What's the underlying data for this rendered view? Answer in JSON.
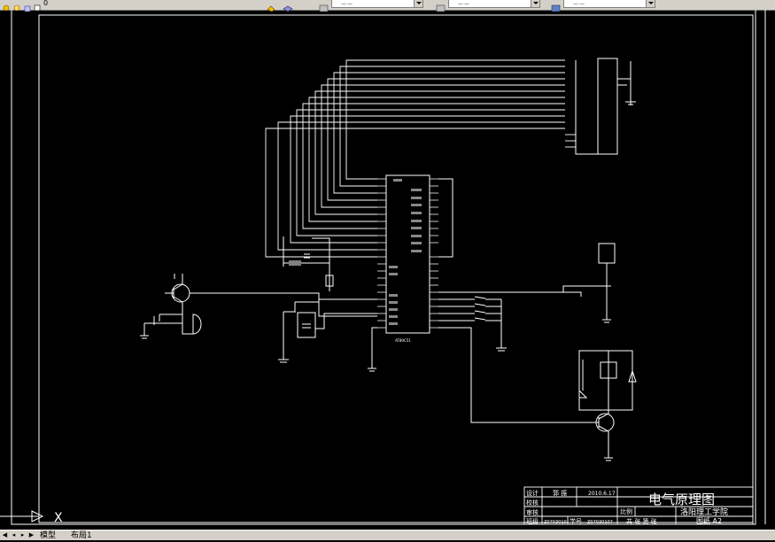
{
  "toolbar": {
    "layer_value": "0",
    "style_combo_1": "——",
    "style_combo_2": "——",
    "style_combo_3": "——"
  },
  "drawing": {
    "ucs_axis_label": "X",
    "title_block": {
      "title": "电气原理图",
      "rows": [
        "设计",
        "校核",
        "审核",
        "班级"
      ],
      "designer_name": "郭 振",
      "date": "2010.6.17",
      "scale_label": "比例",
      "school": "洛阳理工学院",
      "class_no": "Z0703010",
      "student_no_label": "学号",
      "student_no": "Z07030107",
      "sheet_info": "共  张  第  张",
      "drawing_size": "图纸  A2"
    },
    "chip_label": "AT89C51"
  },
  "statusbar": {
    "tab_model": "模型",
    "tab_layout": "布局1"
  },
  "colors": {
    "background": "#000000",
    "wire": "#ffffff",
    "ui_gray": "#d4d0c8"
  }
}
